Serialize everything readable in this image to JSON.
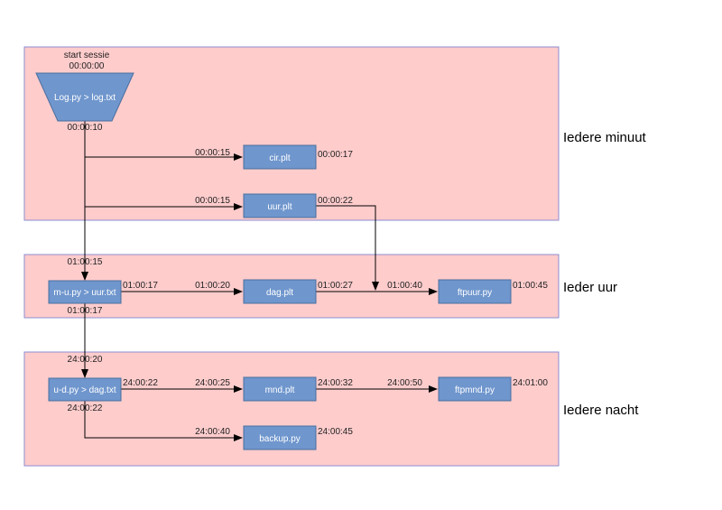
{
  "lanes": {
    "minute": "Iedere minuut",
    "hour": "Ieder uur",
    "night": "Iedere nacht"
  },
  "colors": {
    "lane_fill": "#ffcccc",
    "lane_border": "#8c8cd0",
    "box_fill": "#6f96cd",
    "box_border": "#4a6f9e"
  },
  "nodes": {
    "log": "Log.py > log.txt",
    "cir": "cir.plt",
    "uur": "uur.plt",
    "mu": "m-u.py > uur.txt",
    "dag": "dag.plt",
    "ftpuur": "ftpuur.py",
    "ud": "u-d.py > dag.txt",
    "mnd": "mnd.plt",
    "ftpmnd": "ftpmnd.py",
    "backup": "backup.py"
  },
  "times": {
    "start_label": "start sessie",
    "start": "00:00:00",
    "log_end": "00:00:10",
    "cir_in": "00:00:15",
    "cir_out": "00:00:17",
    "uur_in": "00:00:15",
    "uur_out": "00:00:22",
    "mu_in": "01:00:15",
    "mu_out": "01:00:17",
    "mu_out2": "01:00:17",
    "dag_in": "01:00:20",
    "dag_out": "01:00:27",
    "ftpuur_in": "01:00:40",
    "ftpuur_out": "01:00:45",
    "ud_in": "24:00:20",
    "ud_out": "24:00:22",
    "ud_out2": "24:00:22",
    "mnd_in": "24:00:25",
    "mnd_out": "24:00:32",
    "ftpmnd_in": "24:00:50",
    "ftpmnd_out": "24:01:00",
    "backup_in": "24:00:40",
    "backup_out": "24:00:45"
  }
}
